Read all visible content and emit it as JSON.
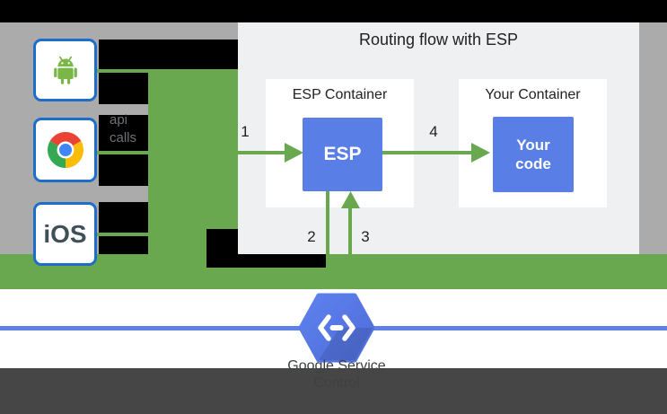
{
  "flow_panel": {
    "title": "Routing flow with ESP",
    "esp_container": {
      "label": "ESP Container",
      "box": "ESP"
    },
    "your_container": {
      "label": "Your Container",
      "box_line1": "Your",
      "box_line2": "code"
    },
    "steps": {
      "s1": "1",
      "s2": "2",
      "s3": "3",
      "s4": "4"
    }
  },
  "clients": {
    "android_icon": "android-robot",
    "chrome_icon": "chrome-logo",
    "ios_label": "iOS",
    "request_label_line1": "api",
    "request_label_line2": "calls"
  },
  "service_control": {
    "icon": "cloud-endpoints-hexagon",
    "caption_line1": "Google Service",
    "caption_line2": "Control"
  },
  "colors": {
    "green": "#6aa84f",
    "blue_box": "#597ee6",
    "panel_gray": "#eef0f1",
    "backdrop_gray": "#ababab",
    "black": "#000000",
    "footer_gray": "#434343",
    "blue_line": "#5e80e8",
    "client_border_blue": "#1d6ec8",
    "hexagon_blue": "#5476e4",
    "text_dark": "#202124",
    "api_label_gray": "#6e7377",
    "ios_text": "#3f5059"
  }
}
